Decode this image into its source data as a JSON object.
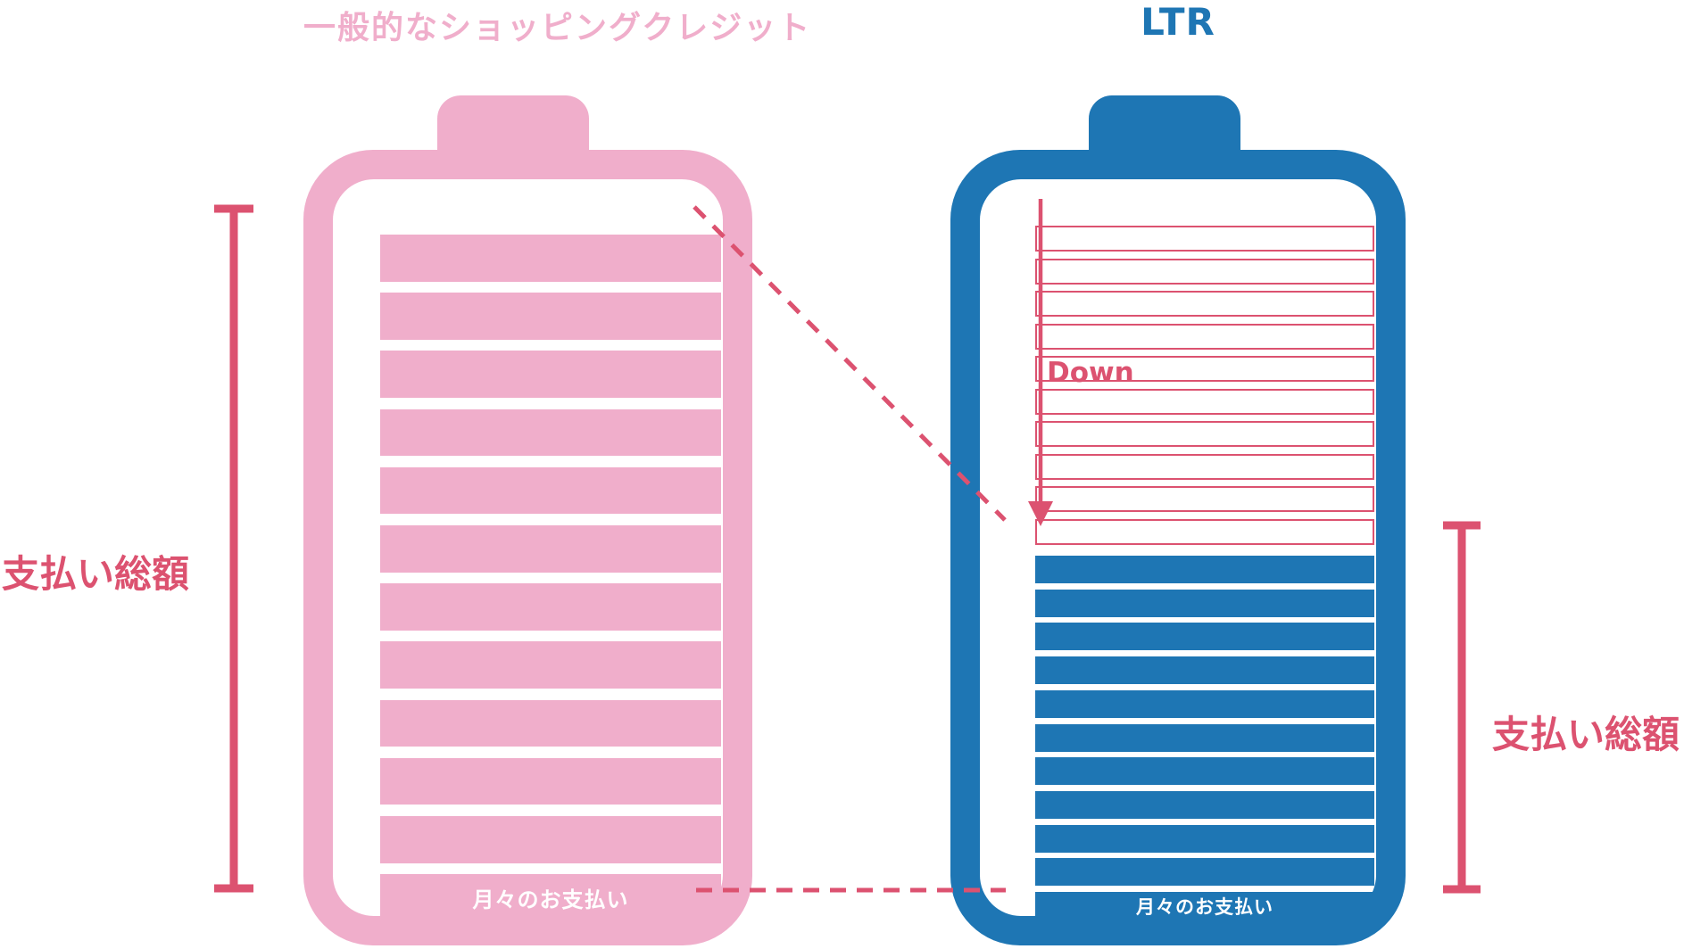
{
  "colors": {
    "pink": "#F0AECB",
    "blue": "#1E76B4",
    "red": "#DC5270",
    "white": "#FFFFFF"
  },
  "left_chart": {
    "title": "一般的なショッピングクレジット",
    "bars_total": 12,
    "monthly_label": "月々のお支払い",
    "bracket_label": "支払い総額"
  },
  "right_chart": {
    "title": "LTR",
    "outlined_bars": 10,
    "solid_bars": 11,
    "monthly_label": "月々のお支払い",
    "bracket_label": "支払い総額",
    "down_label": "Down"
  }
}
